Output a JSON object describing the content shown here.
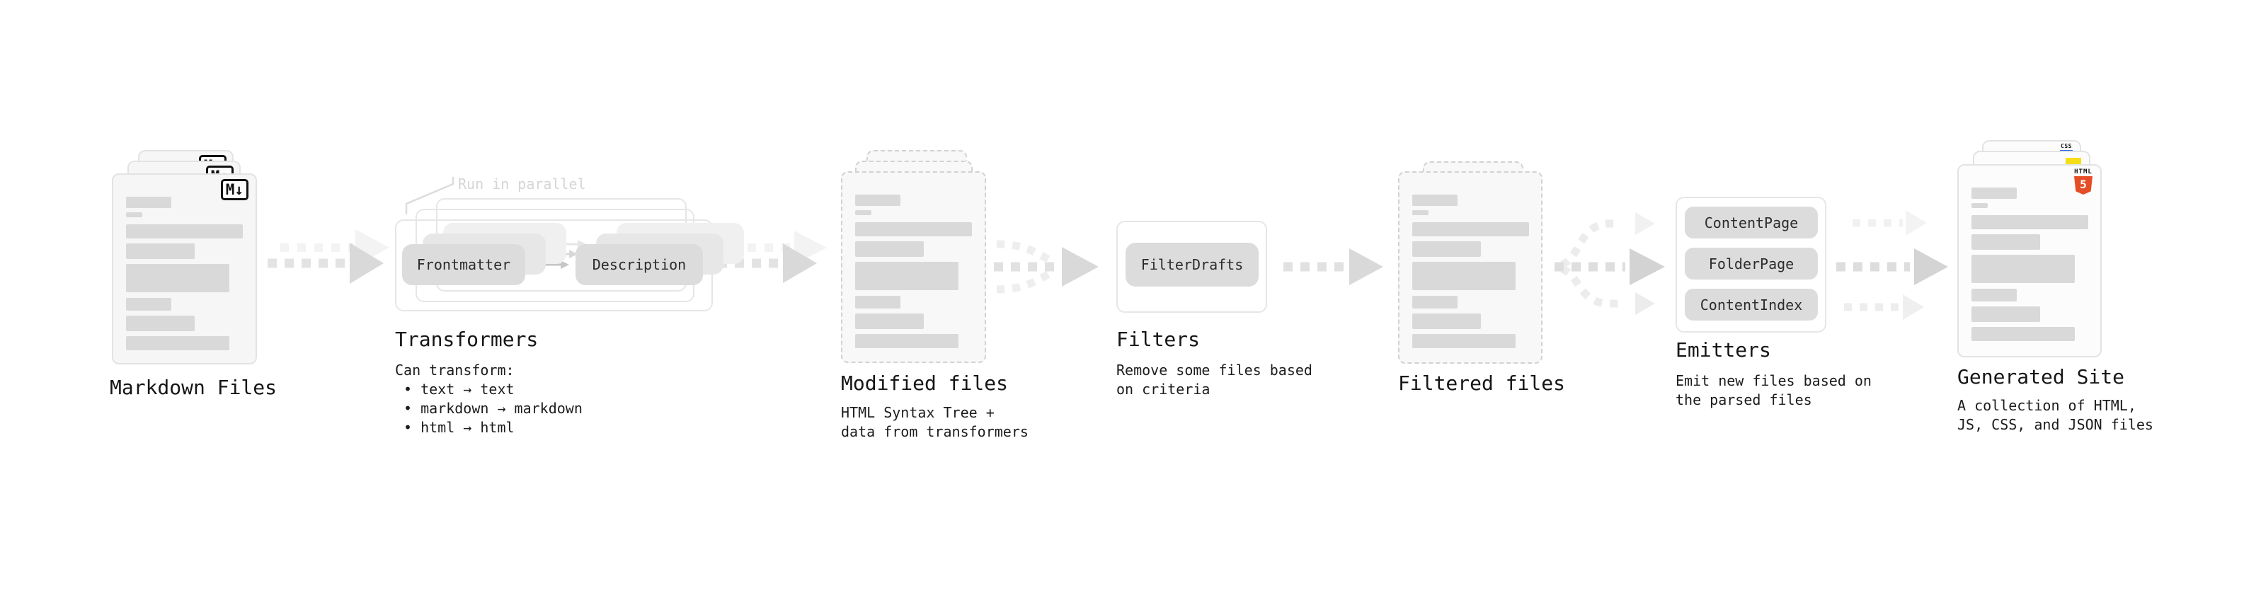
{
  "stages": {
    "markdown": {
      "title": "Markdown Files",
      "icon_label": "M↓"
    },
    "transformers": {
      "title": "Transformers",
      "callout": "Run in parallel",
      "boxes": {
        "box1": "Frontmatter",
        "box2": "Description"
      },
      "desc": {
        "line1": "Can transform:",
        "bullet1": "• text → text",
        "bullet2": "• markdown → markdown",
        "bullet3": "• html → html"
      }
    },
    "modified": {
      "title": "Modified files",
      "desc": {
        "line1": "HTML Syntax Tree +",
        "line2": "data from transformers"
      }
    },
    "filters": {
      "title": "Filters",
      "boxes": {
        "box1": "FilterDrafts"
      },
      "desc": {
        "line1": "Remove some files based",
        "line2": "on criteria"
      }
    },
    "filtered": {
      "title": "Filtered files"
    },
    "emitters": {
      "title": "Emitters",
      "boxes": {
        "box1": "ContentPage",
        "box2": "FolderPage",
        "box3": "ContentIndex"
      },
      "desc": {
        "line1": "Emit new files based on",
        "line2": "the parsed files"
      }
    },
    "generated": {
      "title": "Generated Site",
      "badges": {
        "css": "CSS",
        "html_word": "HTML",
        "html_number": "5"
      },
      "desc": {
        "line1": "A collection of HTML,",
        "line2": "JS, CSS, and JSON files"
      }
    }
  },
  "colors": {
    "html5_orange": "#e44d26",
    "js_yellow": "#f5de19",
    "css_blue": "#2965f1",
    "markdown_icon_black": "#111111",
    "skeleton_bar_gray": "#d9d9d9",
    "arrow_gray": "#d9d9d9",
    "light_arrow_gray": "#f2f2f2"
  }
}
